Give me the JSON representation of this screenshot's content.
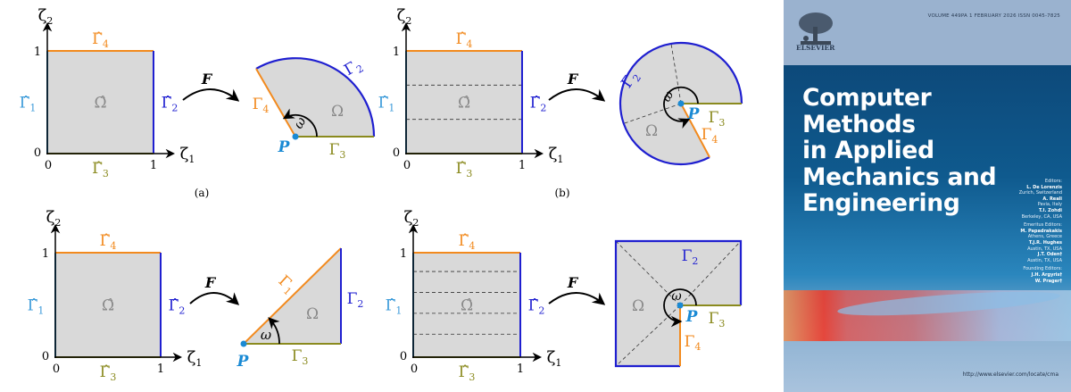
{
  "diagram": {
    "axis": {
      "zeta": "ζ",
      "sub1": "1",
      "sub2": "2",
      "tick0": "0",
      "tick1": "1"
    },
    "reference": {
      "gamma_hat": "Γ̂",
      "omega_hat": "Ω̂",
      "subs": [
        "1",
        "2",
        "3",
        "4"
      ]
    },
    "physical": {
      "gamma": "Γ",
      "omega": "Ω",
      "angle": "ω",
      "point": "P"
    },
    "map_label": "F",
    "captions": [
      "(a)",
      "(b)"
    ],
    "colors": {
      "gamma1": "#3a9ad9",
      "gamma2": "#1f1fd0",
      "gamma3": "#8a8a1e",
      "gamma4": "#f28a1e",
      "fill": "#d9d9d9",
      "point": "#1a8ad4",
      "text_gray": "#8a8a8a"
    }
  },
  "cover": {
    "publisher": "ELSEVIER",
    "meta": "VOLUME 449PA   1 FEBRUARY 2026   ISSN 0045-7825",
    "title_lines": [
      "Computer",
      "Methods",
      "in Applied",
      "Mechanics and",
      "Engineering"
    ],
    "editors_heading": "Editors:",
    "editors": [
      {
        "name": "L. De Lorenzis",
        "place": "Zurich, Switzerland"
      },
      {
        "name": "A. Reali",
        "place": "Pavia, Italy"
      },
      {
        "name": "T.I. Zohdi",
        "place": "Berkeley, CA, USA"
      }
    ],
    "emeritus_heading": "Emeritus Editors:",
    "emeritus": [
      {
        "name": "M. Papadrakakis",
        "place": "Athens, Greece"
      },
      {
        "name": "T.J.R. Hughes",
        "place": "Austin, TX, USA"
      },
      {
        "name": "J.T. Oden†",
        "place": "Austin, TX, USA"
      }
    ],
    "founding_heading": "Founding Editors:",
    "founding": [
      {
        "name": "J.H. Argyris†"
      },
      {
        "name": "W. Prager†"
      }
    ],
    "url": "http://www.elsevier.com/locate/cma"
  }
}
